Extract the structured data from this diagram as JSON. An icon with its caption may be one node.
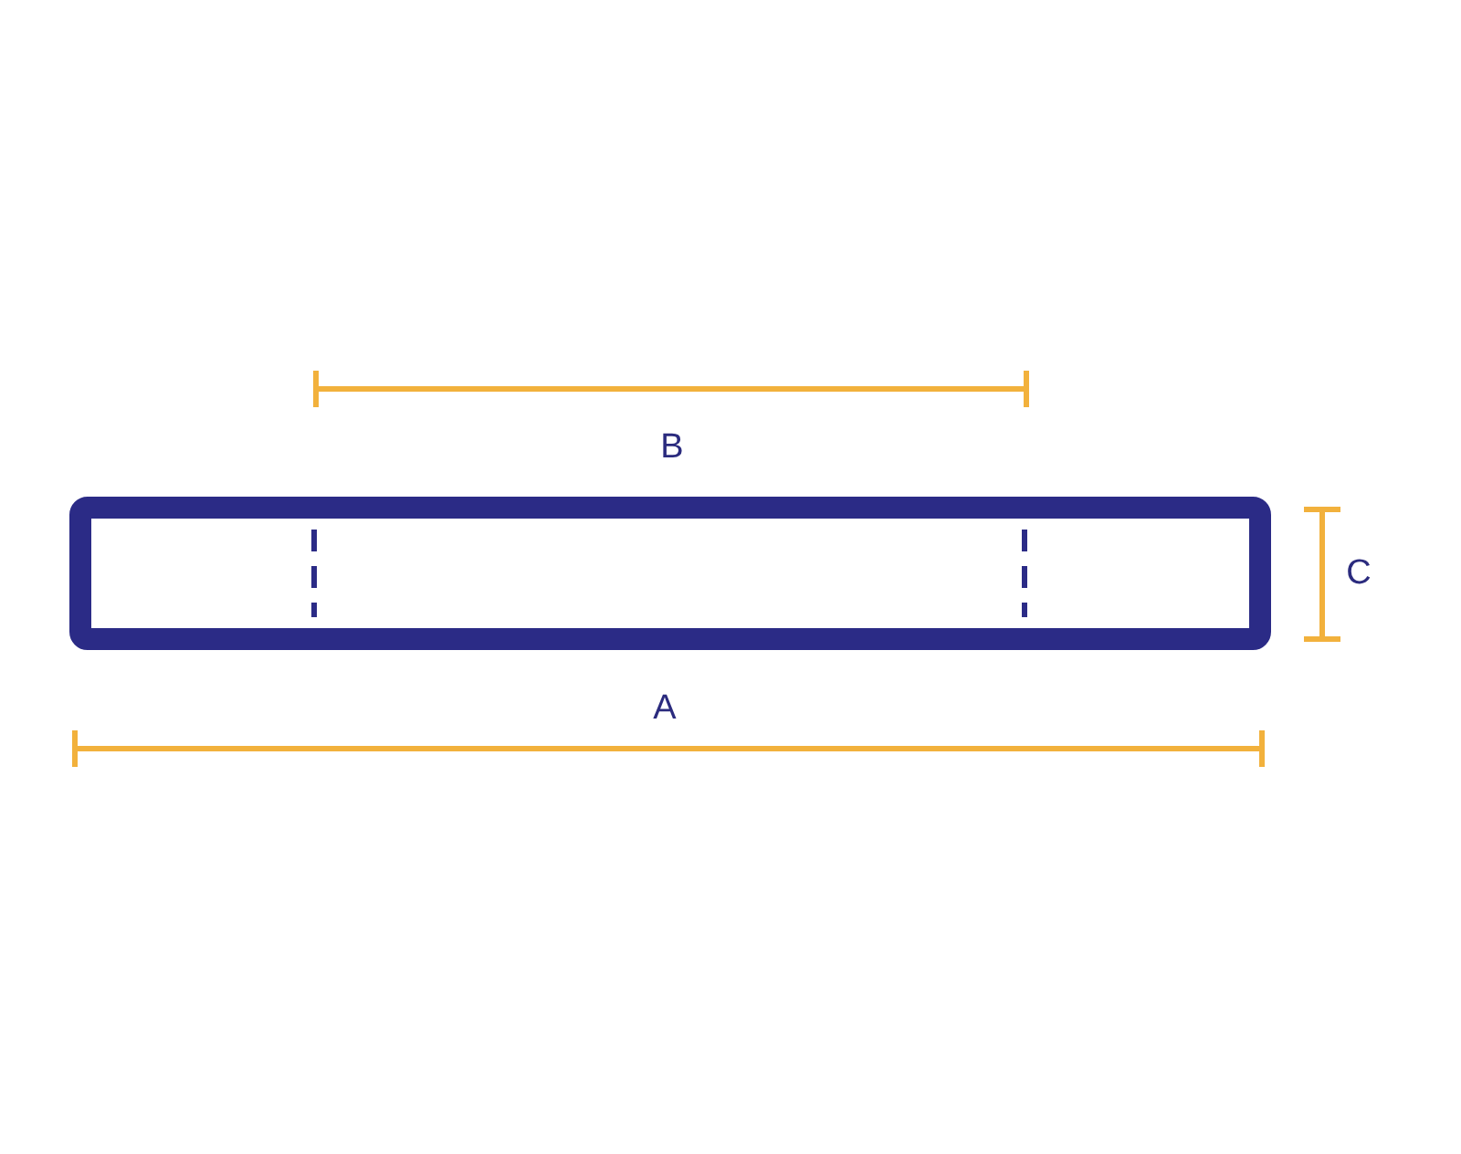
{
  "diagram": {
    "labels": [
      "B",
      "C",
      "A"
    ]
  }
}
